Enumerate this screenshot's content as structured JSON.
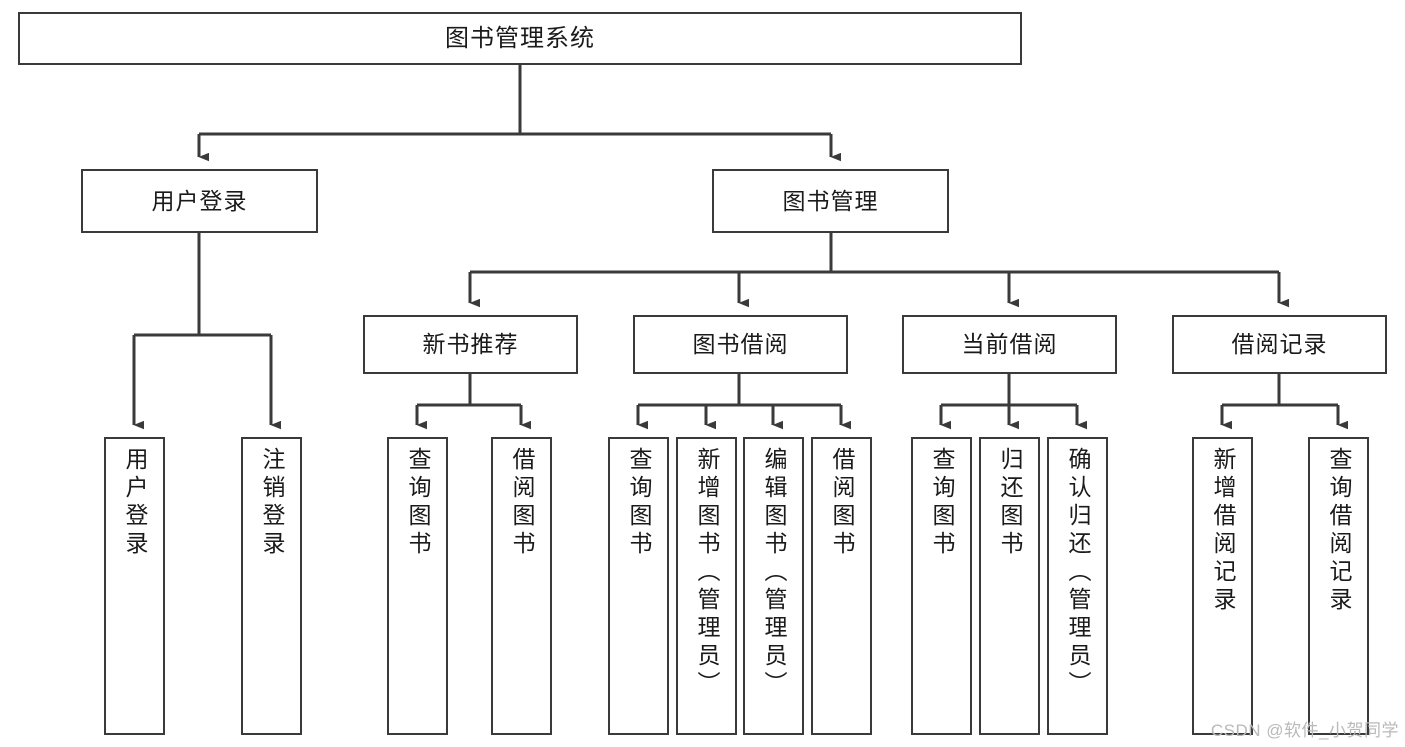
{
  "diagram": {
    "kind": "tree-hierarchy-chart",
    "title": "图书管理系统",
    "watermark": "CSDN @软件_小贺同学",
    "colors": {
      "stroke": "#3a3a3a",
      "fill": "#ffffff",
      "text": "#1a1a1a",
      "watermark": "#b9b9b9"
    },
    "root": {
      "label": "图书管理系统"
    },
    "level1": [
      {
        "id": "user-login",
        "label": "用户登录"
      },
      {
        "id": "book-manage",
        "label": "图书管理"
      }
    ],
    "level2": [
      {
        "id": "new-book-rec",
        "label": "新书推荐"
      },
      {
        "id": "book-borrow",
        "label": "图书借阅"
      },
      {
        "id": "current-borrow",
        "label": "当前借阅"
      },
      {
        "id": "borrow-record",
        "label": "借阅记录"
      }
    ],
    "leaves": {
      "user-login": [
        {
          "id": "leaf-user-login",
          "label": "用户登录"
        },
        {
          "id": "leaf-user-logout",
          "label": "注销登录"
        }
      ],
      "new-book-rec": [
        {
          "id": "leaf-query-book-1",
          "label": "查询图书"
        },
        {
          "id": "leaf-borrow-book-1",
          "label": "借阅图书"
        }
      ],
      "book-borrow": [
        {
          "id": "leaf-query-book-2",
          "label": "查询图书"
        },
        {
          "id": "leaf-add-book",
          "label": "新增图书（管理员）"
        },
        {
          "id": "leaf-edit-book",
          "label": "编辑图书（管理员）"
        },
        {
          "id": "leaf-borrow-book-2",
          "label": "借阅图书"
        }
      ],
      "current-borrow": [
        {
          "id": "leaf-query-book-3",
          "label": "查询图书"
        },
        {
          "id": "leaf-return-book",
          "label": "归还图书"
        },
        {
          "id": "leaf-confirm-return",
          "label": "确认归还（管理员）"
        }
      ],
      "borrow-record": [
        {
          "id": "leaf-add-record",
          "label": "新增借阅记录"
        },
        {
          "id": "leaf-query-record",
          "label": "查询借阅记录"
        }
      ]
    }
  }
}
